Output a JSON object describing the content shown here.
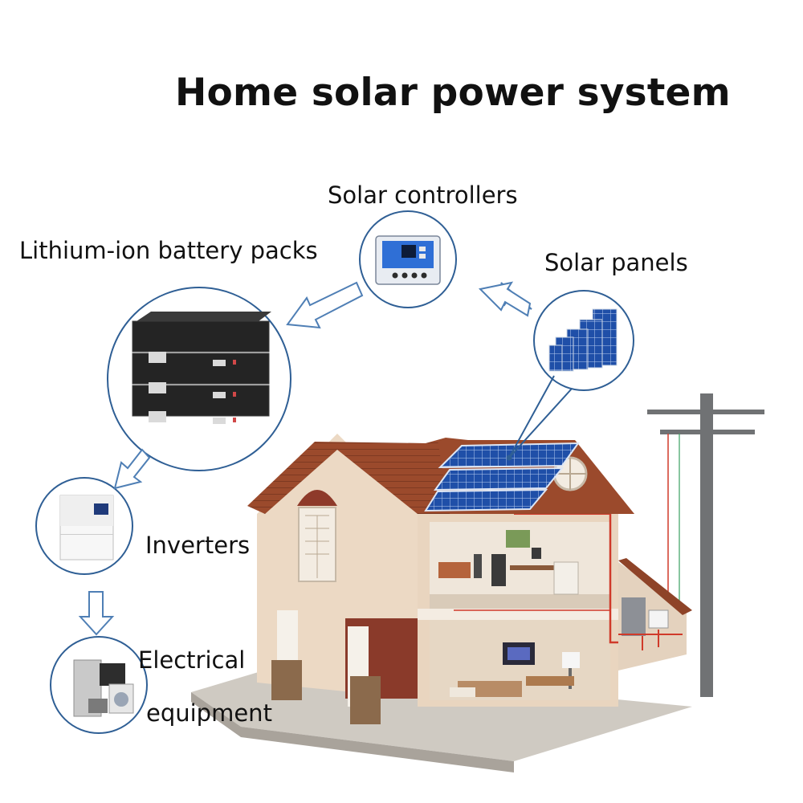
{
  "title": "Home solar power system",
  "components": {
    "solar_controllers": "Solar controllers",
    "battery_packs": "Lithium-ion battery packs",
    "solar_panels": "Solar panels",
    "inverters": "Inverters",
    "equipment_line1": "Electrical",
    "equipment_line2": "equipment"
  },
  "flow": [
    "Solar panels",
    "Solar controllers",
    "Lithium-ion battery packs",
    "Inverters",
    "Electrical equipment"
  ],
  "colors": {
    "circle_outline": "#2f5f95",
    "arrow_outline": "#4f7fb5",
    "roof": "#9b4a2c",
    "wall": "#ecd9c4",
    "solar_panel": "#1f4fa8",
    "wire": "#d03a2a"
  }
}
